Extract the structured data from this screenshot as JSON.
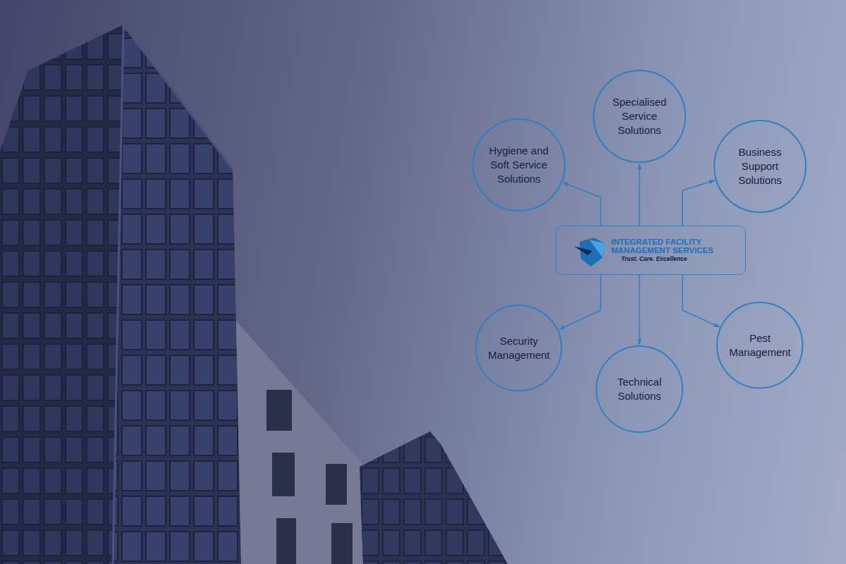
{
  "diagram": {
    "nodes": [
      {
        "text": [
          "Specialised Service Solutions"
        ]
      },
      {
        "text": [
          "Hygiene and Soft Service Solutions"
        ]
      },
      {
        "text": [
          "Business Support Solutions"
        ]
      },
      {
        "text": [
          "INTEGRATED FACILITY MANAGEMENT SERVICES",
          "Trust. Care. Excellence"
        ]
      },
      {
        "text": [
          "Security Management"
        ]
      },
      {
        "text": [
          "Pest Management"
        ]
      },
      {
        "text": [
          "Technical Solutions"
        ]
      }
    ],
    "edges": [
      {
        "from": 3,
        "to": 1,
        "arrow": "to"
      },
      {
        "from": 3,
        "to": 0,
        "arrow": "to"
      },
      {
        "from": 3,
        "to": 2,
        "arrow": "to"
      },
      {
        "from": 3,
        "to": 4,
        "arrow": "to"
      },
      {
        "from": 3,
        "to": 6,
        "arrow": "to"
      },
      {
        "from": 3,
        "to": 5,
        "arrow": "to"
      }
    ]
  }
}
